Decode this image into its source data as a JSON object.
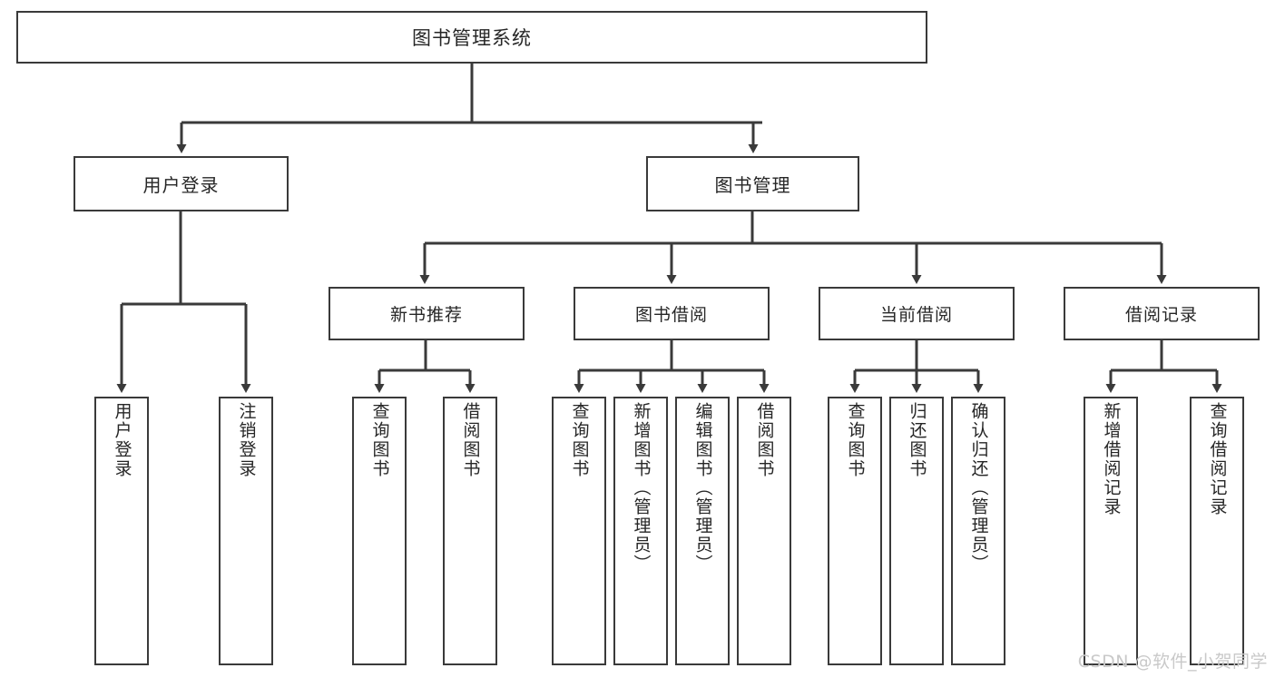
{
  "diagram": {
    "title": "图书管理系统",
    "root": {
      "label": "图书管理系统"
    },
    "level1": [
      {
        "label": "用户登录"
      },
      {
        "label": "图书管理"
      }
    ],
    "level2": [
      {
        "label": "新书推荐"
      },
      {
        "label": "图书借阅"
      },
      {
        "label": "当前借阅"
      },
      {
        "label": "借阅记录"
      }
    ],
    "leaves": {
      "user_login": [
        {
          "label": "用户登录"
        },
        {
          "label": "注销登录"
        }
      ],
      "new_book_recommend": [
        {
          "label": "查询图书"
        },
        {
          "label": "借阅图书"
        }
      ],
      "book_borrow": [
        {
          "label": "查询图书"
        },
        {
          "label": "新增图书（管理员）"
        },
        {
          "label": "编辑图书（管理员）"
        },
        {
          "label": "借阅图书"
        }
      ],
      "current_borrow": [
        {
          "label": "查询图书"
        },
        {
          "label": "归还图书"
        },
        {
          "label": "确认归还（管理员）"
        }
      ],
      "borrow_record": [
        {
          "label": "新增借阅记录"
        },
        {
          "label": "查询借阅记录"
        }
      ]
    }
  },
  "watermark": {
    "text": "CSDN @软件_小贺同学"
  },
  "colors": {
    "stroke": "#3a3a3a",
    "text": "#262626",
    "background": "#ffffff",
    "watermark": "#c9c9c9"
  }
}
